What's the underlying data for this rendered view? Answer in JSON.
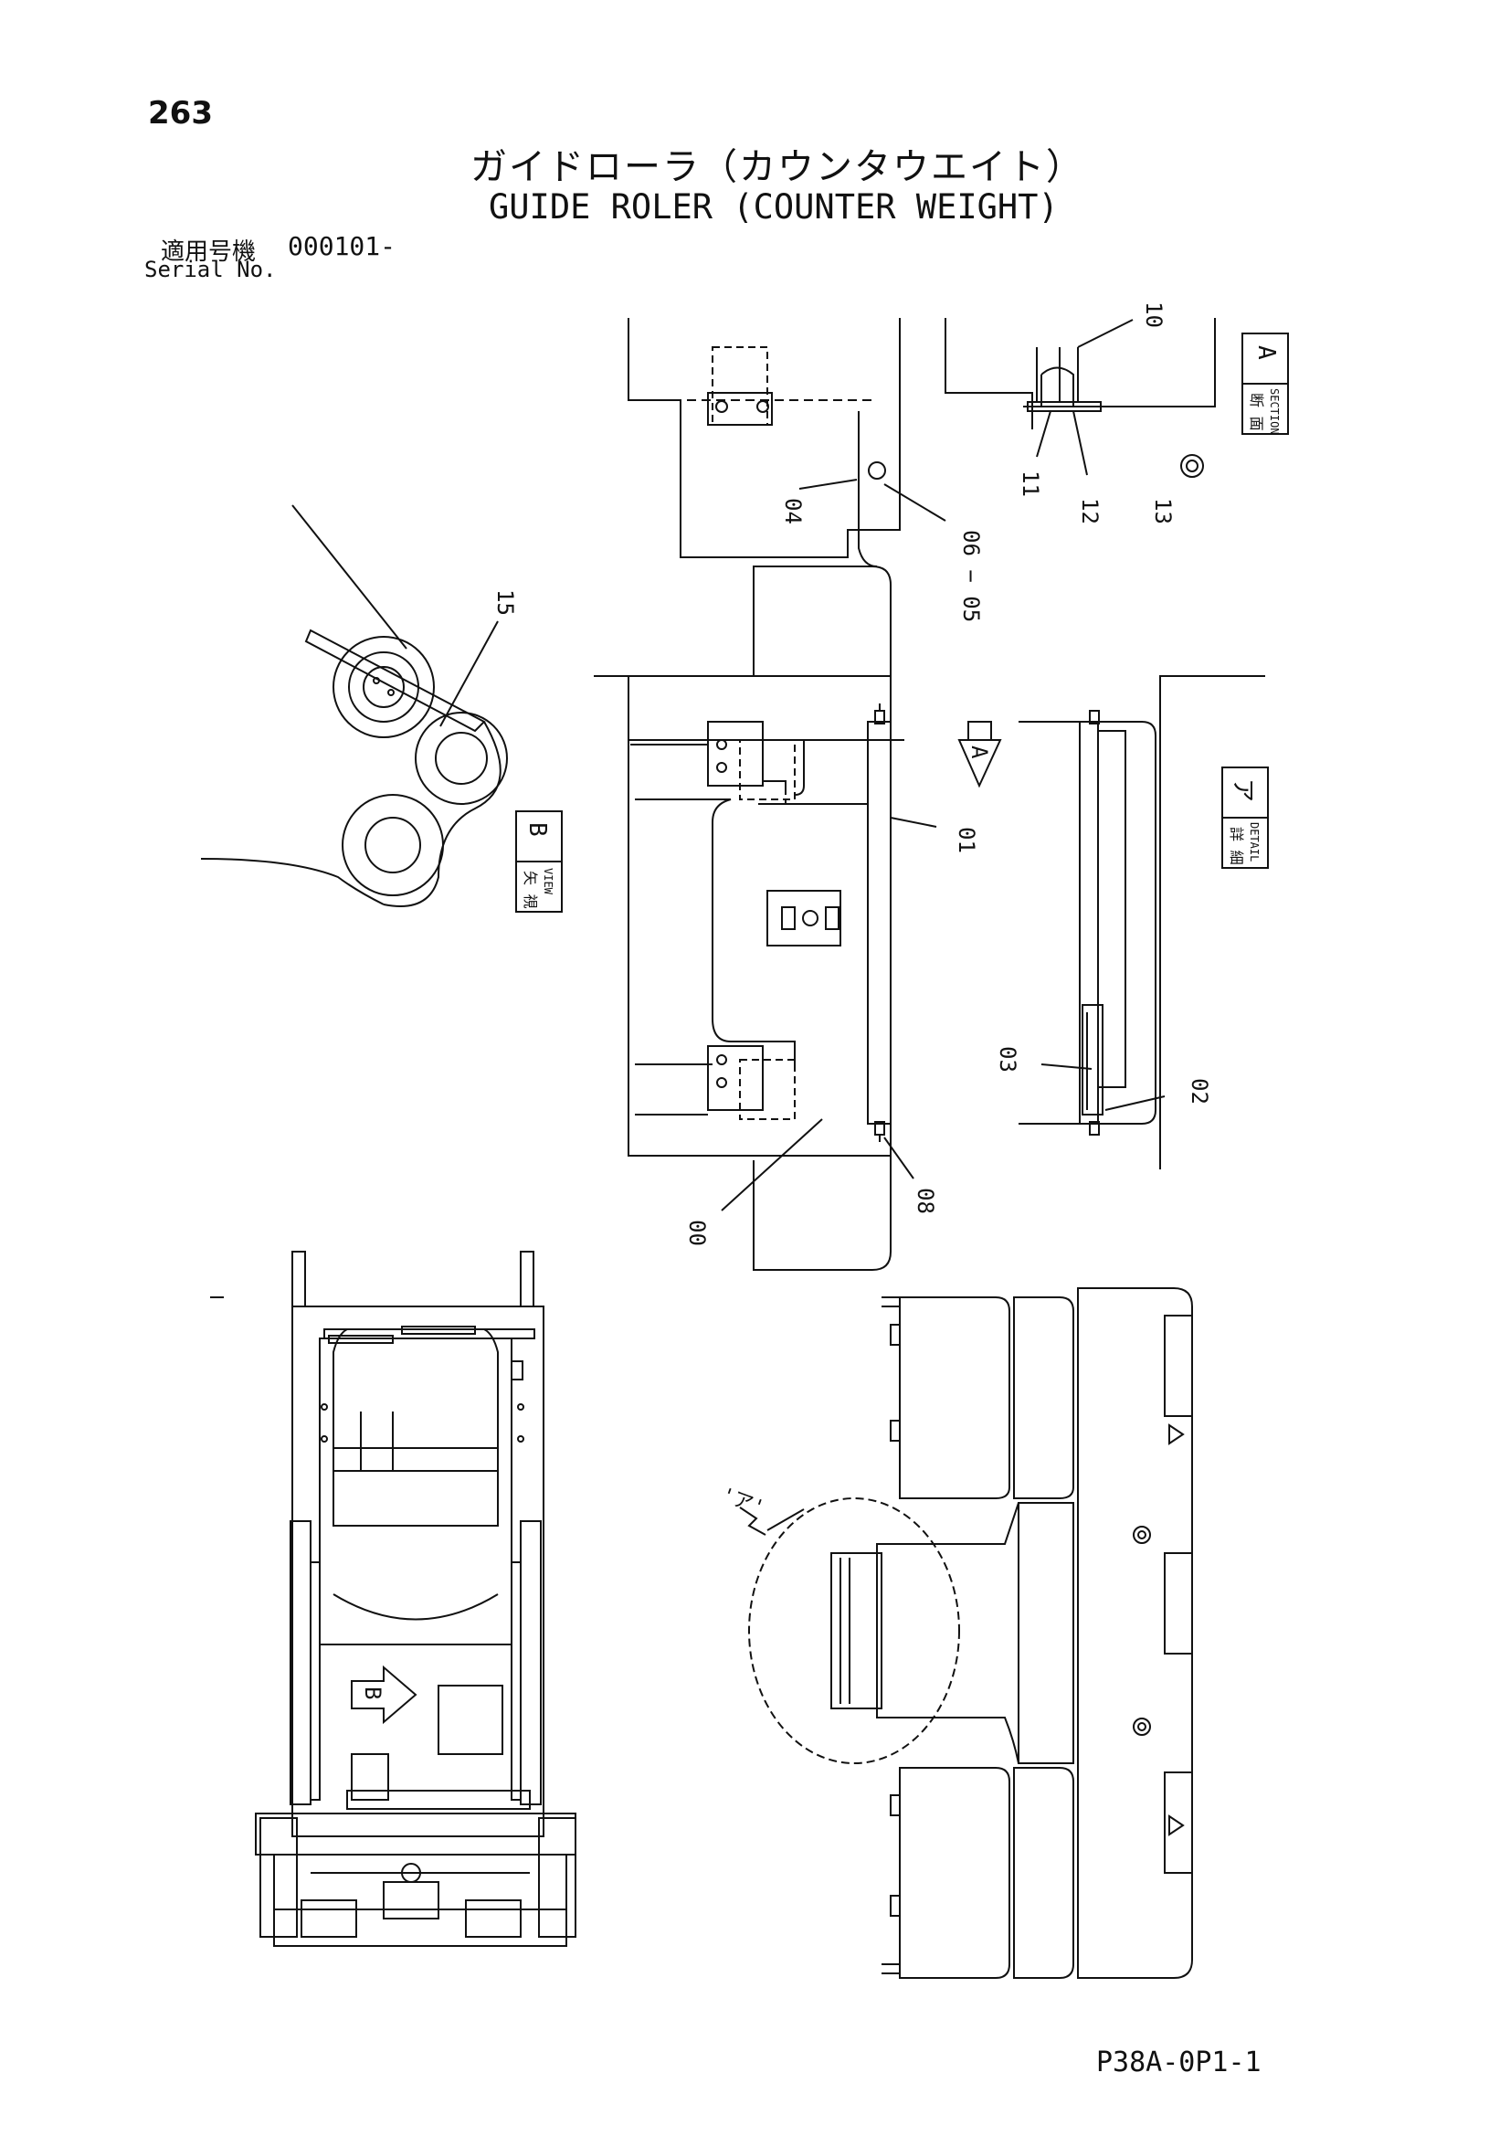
{
  "header": {
    "page_number": "263",
    "title_ja": "ガイドローラ（カウンタウエイト）",
    "title_en": "GUIDE ROLER (COUNTER WEIGHT)",
    "serial_label_ja": "適用号機",
    "serial_value": "000101-",
    "serial_label_en": "Serial No."
  },
  "callouts": [
    "00",
    "01",
    "02",
    "03",
    "04",
    "06 − 05",
    "08",
    "10",
    "11",
    "12",
    "13",
    "15"
  ],
  "labels": {
    "section_a_ja": "断 面",
    "section_a_en": "SECTION",
    "section_a_letter": "A",
    "detail_ja": "詳 細",
    "detail_en": "DETAIL",
    "detail_letter": "ア",
    "view_b_ja": "矢 視",
    "view_b_en": "VIEW",
    "view_b_letter": "B",
    "arrow_a": "A",
    "arrow_b": "B",
    "detail_ref": "'ア'"
  },
  "footer": {
    "drawing_code": "P38A-0P1-1"
  }
}
